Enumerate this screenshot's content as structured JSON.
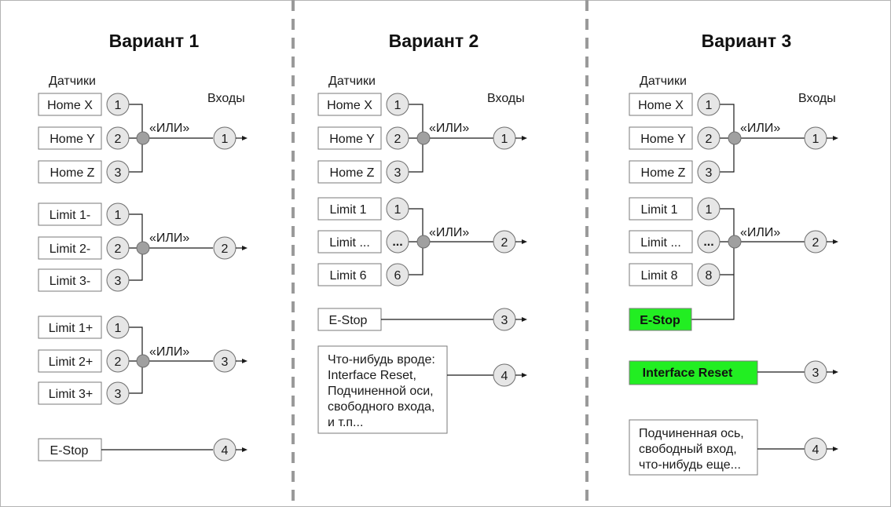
{
  "variants": [
    {
      "title": "Вариант 1",
      "sensors_label": "Датчики",
      "inputs_label": "Входы",
      "or_label": "«ИЛИ»",
      "groups": [
        {
          "sensors": [
            {
              "label": "Home X",
              "num": "1"
            },
            {
              "label": "Home Y",
              "num": "2"
            },
            {
              "label": "Home Z",
              "num": "3"
            }
          ],
          "input": "1"
        },
        {
          "sensors": [
            {
              "label": "Limit 1-",
              "num": "1"
            },
            {
              "label": "Limit 2-",
              "num": "2"
            },
            {
              "label": "Limit 3-",
              "num": "3"
            }
          ],
          "input": "2"
        },
        {
          "sensors": [
            {
              "label": "Limit 1+",
              "num": "1"
            },
            {
              "label": "Limit 2+",
              "num": "2"
            },
            {
              "label": "Limit 3+",
              "num": "3"
            }
          ],
          "input": "3"
        }
      ],
      "singles": [
        {
          "lines": [
            "E-Stop"
          ],
          "input": "4",
          "highlight": false
        }
      ]
    },
    {
      "title": "Вариант 2",
      "sensors_label": "Датчики",
      "inputs_label": "Входы",
      "or_label": "«ИЛИ»",
      "groups": [
        {
          "sensors": [
            {
              "label": "Home X",
              "num": "1"
            },
            {
              "label": "Home Y",
              "num": "2"
            },
            {
              "label": "Home Z",
              "num": "3"
            }
          ],
          "input": "1"
        },
        {
          "sensors": [
            {
              "label": "Limit 1",
              "num": "1"
            },
            {
              "label": "Limit ...",
              "num": "..."
            },
            {
              "label": "Limit 6",
              "num": "6"
            }
          ],
          "input": "2"
        }
      ],
      "singles": [
        {
          "lines": [
            "E-Stop"
          ],
          "input": "3",
          "highlight": false
        },
        {
          "lines": [
            "Что-нибудь вроде:",
            "Interface Reset,",
            "Подчиненной оси,",
            "свободного входа,",
            "и т.п..."
          ],
          "input": "4",
          "highlight": false
        }
      ]
    },
    {
      "title": "Вариант 3",
      "sensors_label": "Датчики",
      "inputs_label": "Входы",
      "or_label": "«ИЛИ»",
      "groups": [
        {
          "sensors": [
            {
              "label": "Home X",
              "num": "1"
            },
            {
              "label": "Home Y",
              "num": "2"
            },
            {
              "label": "Home Z",
              "num": "3"
            }
          ],
          "input": "1"
        },
        {
          "sensors": [
            {
              "label": "Limit 1",
              "num": "1"
            },
            {
              "label": "Limit ...",
              "num": "..."
            },
            {
              "label": "Limit 8",
              "num": "8"
            }
          ],
          "extra_into_or": {
            "label": "E-Stop",
            "highlight": true
          },
          "input": "2"
        }
      ],
      "singles": [
        {
          "lines": [
            "Interface Reset"
          ],
          "input": "3",
          "highlight": true
        },
        {
          "lines": [
            "Подчиненная ось,",
            "свободный вход,",
            "что-нибудь еще..."
          ],
          "input": "4",
          "highlight": false
        }
      ]
    }
  ],
  "colors": {
    "highlight": "#22ee22",
    "separator": "#9a9a9a"
  }
}
